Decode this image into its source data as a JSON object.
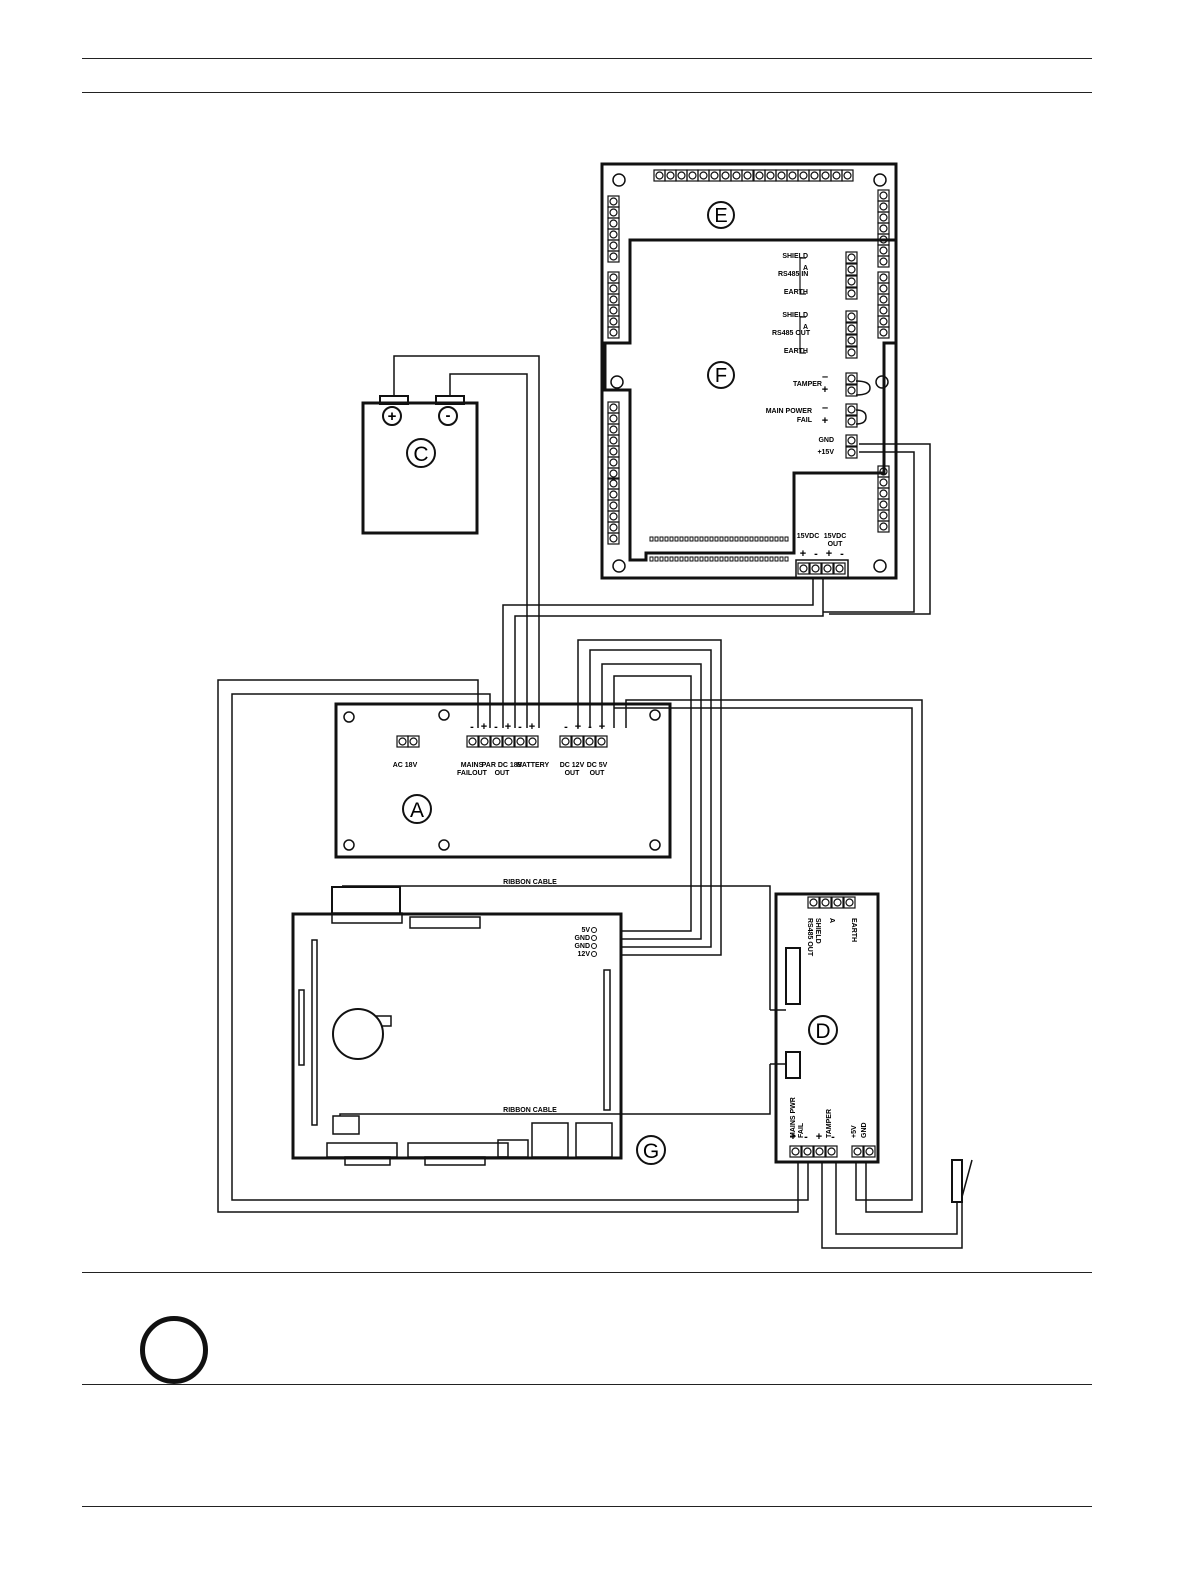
{
  "labels": {
    "A": "A",
    "C": "C",
    "D": "D",
    "E": "E",
    "F": "F",
    "G": "G"
  },
  "battery": {
    "plus": "+",
    "minus": "-"
  },
  "psu": {
    "ac": "AC 18V",
    "mains": "MAINS",
    "failout": "FAILOUT",
    "pardc": "PAR DC 18V",
    "out": "OUT",
    "battery": "BATTERY",
    "dc12": "DC 12V",
    "out12": "OUT",
    "dc5": "DC 5V",
    "out5": "OUT"
  },
  "fpanel": {
    "shield": "SHIELD",
    "a": "A",
    "earth": "EARTH",
    "rs485in": "RS485 IN",
    "rs485out": "RS485 OUT",
    "tamper": "TAMPER",
    "mainpower": "MAIN POWER",
    "fail": "FAIL",
    "gnd": "GND",
    "p15v": "+15V",
    "v15dc": "15VDC",
    "v15dcout": "15VDC",
    "outlbl": "OUT"
  },
  "ribbon": {
    "top": "RIBBON CABLE",
    "bottom": "RIBBON CABLE"
  },
  "gboard": {
    "p5v": "5V",
    "gnd1": "GND",
    "gnd2": "GND",
    "p12v": "12V"
  },
  "dboard": {
    "rs485out": "RS485 OUT",
    "shield": "SHIELD",
    "a": "A",
    "earth": "EARTH",
    "mainspwr": "MAINS PWR",
    "fail": "FAIL",
    "tamper": "TAMPER",
    "p5v": "+5V",
    "gnd": "GND"
  },
  "colors": {
    "line": "#111111"
  }
}
